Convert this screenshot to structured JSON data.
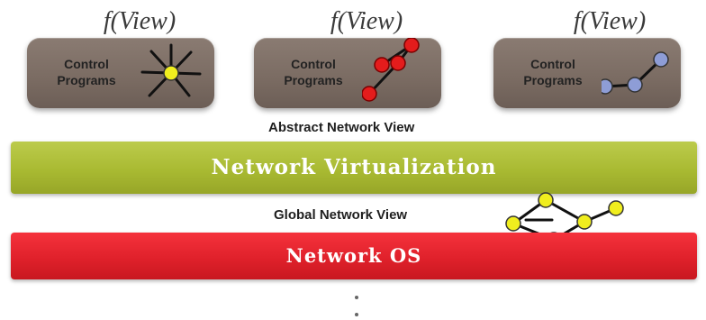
{
  "f_view_label": "f(View)",
  "control_programs": [
    {
      "label_line1": "Control",
      "label_line2": "Programs",
      "graph": "star",
      "node_color": "#f0ee1e"
    },
    {
      "label_line1": "Control",
      "label_line2": "Programs",
      "graph": "path",
      "node_color": "#e41c1c"
    },
    {
      "label_line1": "Control",
      "label_line2": "Programs",
      "graph": "chain",
      "node_color": "#8e9dd6"
    }
  ],
  "abstract_view_label": "Abstract Network View",
  "network_virtualization_label": "Network Virtualization",
  "global_view_label": "Global Network View",
  "network_os_label": "Network OS",
  "colors": {
    "virtualization_bar": "#a9ba32",
    "os_bar": "#e0212b",
    "program_box": "#7a6b62",
    "global_node": "#f0ee1e"
  }
}
